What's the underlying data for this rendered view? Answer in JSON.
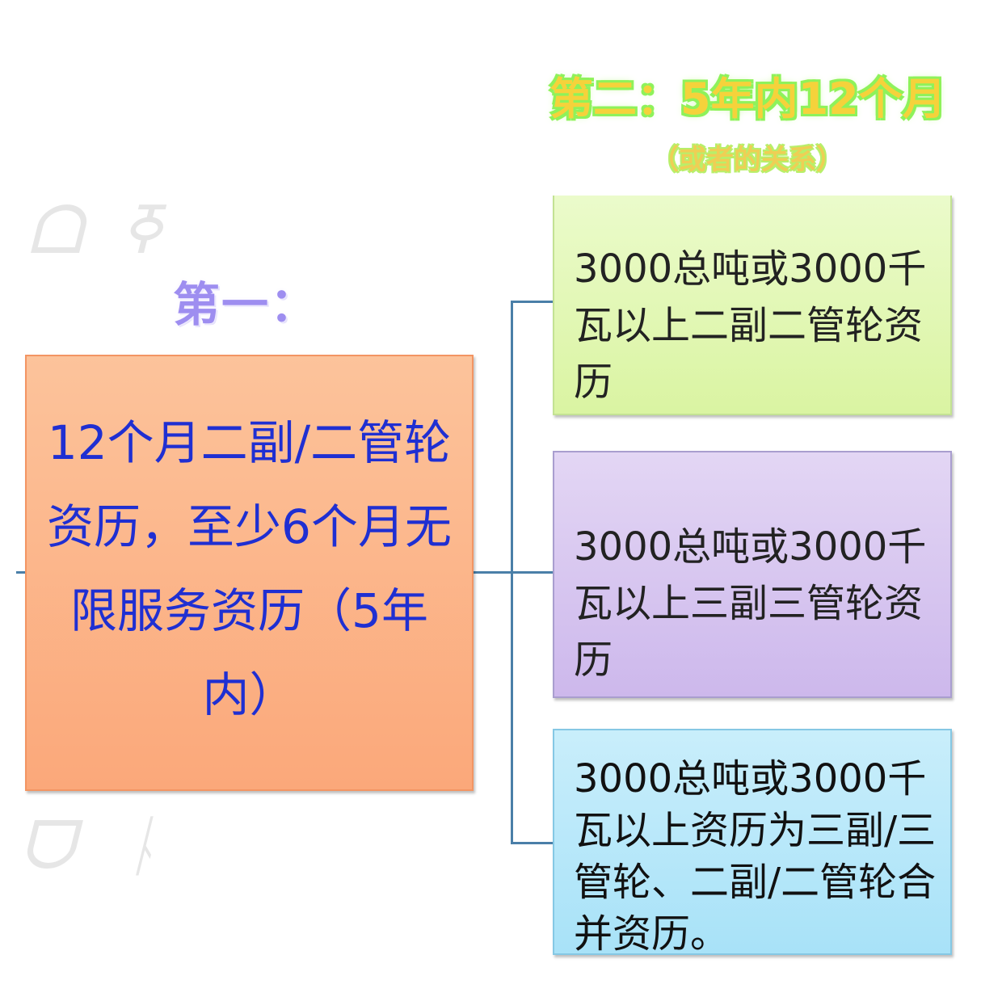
{
  "diagram": {
    "first_heading": "第一：",
    "second_heading": "第二：5年内12个月",
    "second_subheading": "（或者的关系）",
    "main_requirement": "12个月二副/二管轮资历，至少6个月无限服务资历（5年内）",
    "options": [
      {
        "text": "3000总吨或3000千瓦以上二副二管轮资历"
      },
      {
        "text": "3000总吨或3000千瓦以上三副三管轮资历"
      },
      {
        "text": "3000总吨或3000千瓦以上资历为三副/三管轮、二副/二管轮合并资历。"
      }
    ]
  },
  "colors": {
    "main_box": "#fba87a",
    "main_text": "#1f2fd2",
    "option_1": "#daf4a2",
    "option_2": "#cdb8ec",
    "option_3": "#a8e2f8",
    "connector": "#4a7fa8",
    "first_heading": "#9e8ef0",
    "second_heading": "#f5d23b"
  }
}
